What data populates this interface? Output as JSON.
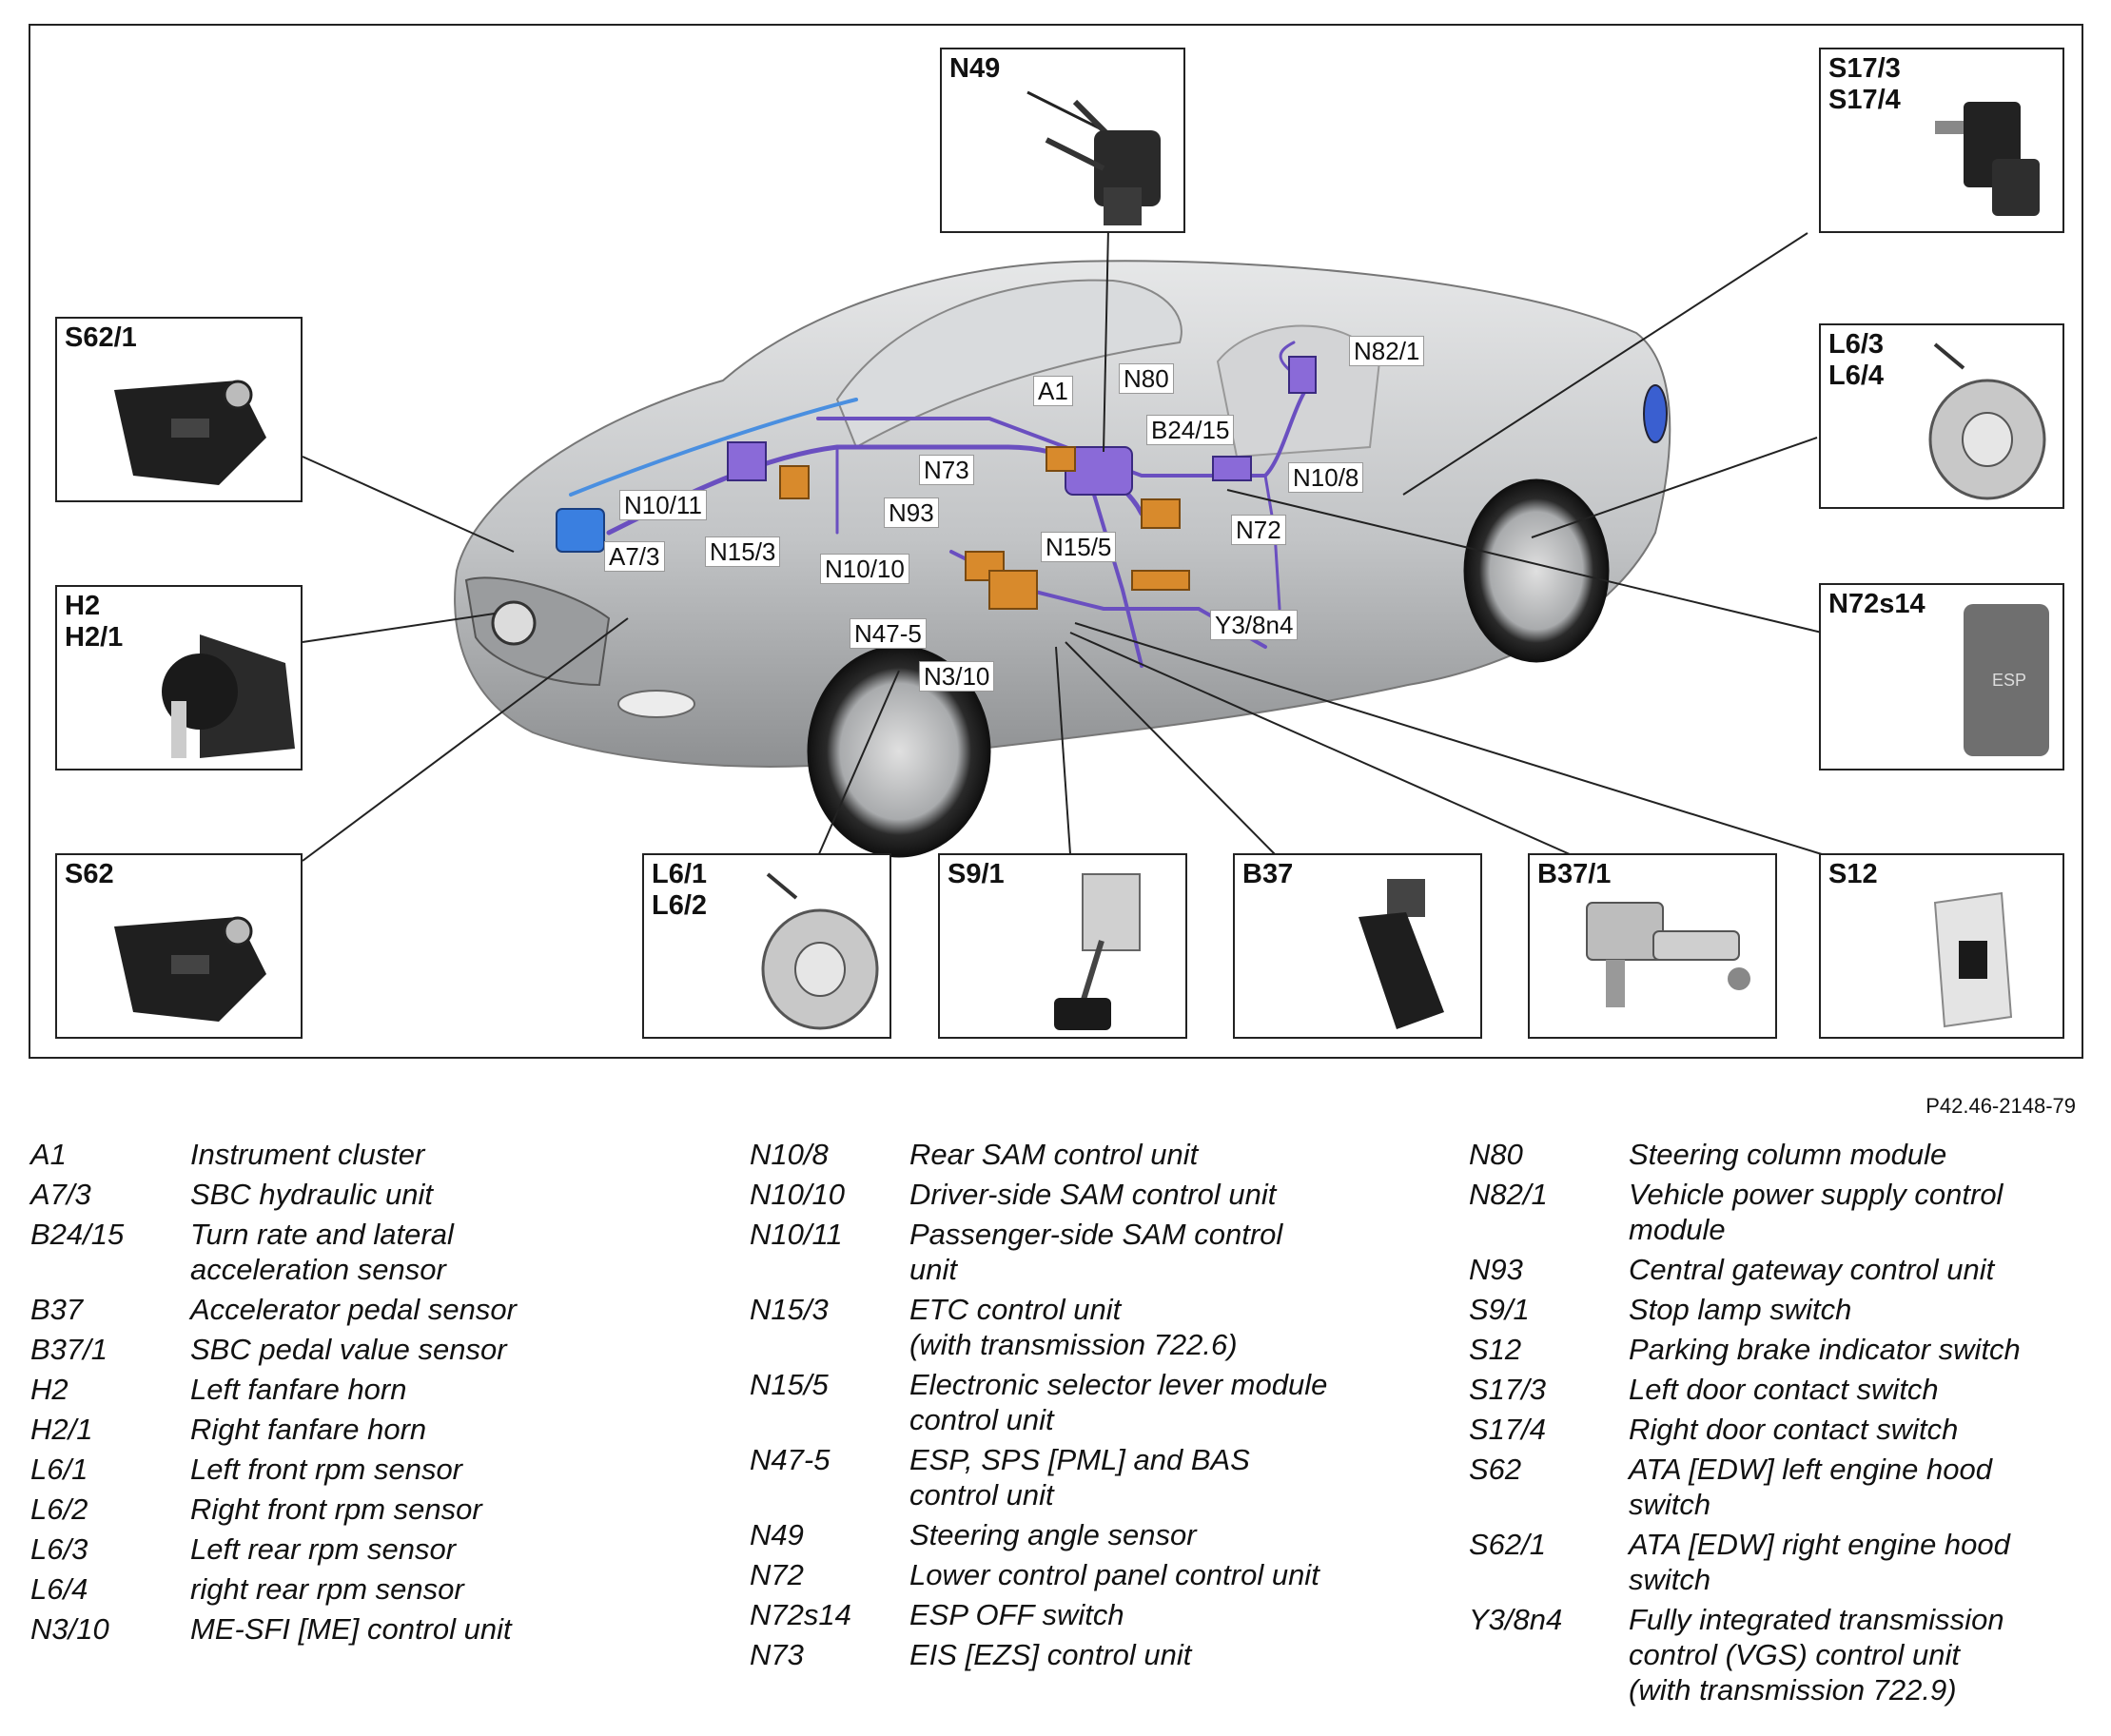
{
  "reference_code": "P42.46-2148-79",
  "boxes": [
    {
      "id": "b-n49",
      "label": "N49",
      "icon": "steering-column-switch-icon"
    },
    {
      "id": "b-s17",
      "label": "S17/3\nS17/4",
      "icon": "door-contact-switch-icon"
    },
    {
      "id": "b-s621",
      "label": "S62/1",
      "icon": "hood-switch-icon"
    },
    {
      "id": "b-l63",
      "label": "L6/3\nL6/4",
      "icon": "brake-disc-icon"
    },
    {
      "id": "b-h2",
      "label": "H2\nH2/1",
      "icon": "horn-icon"
    },
    {
      "id": "b-n72s14",
      "label": "N72s14",
      "icon": "esp-off-switch-icon",
      "icon_text": "ESP"
    },
    {
      "id": "b-s62",
      "label": "S62",
      "icon": "hood-switch-icon"
    },
    {
      "id": "b-l61",
      "label": "L6/1\nL6/2",
      "icon": "brake-disc-icon"
    },
    {
      "id": "b-s91",
      "label": "S9/1",
      "icon": "brake-pedal-icon"
    },
    {
      "id": "b-b37",
      "label": "B37",
      "icon": "accelerator-pedal-icon"
    },
    {
      "id": "b-b371",
      "label": "B37/1",
      "icon": "sbc-pedal-sensor-icon"
    },
    {
      "id": "b-s12",
      "label": "S12",
      "icon": "parking-brake-switch-icon"
    }
  ],
  "callouts": [
    "A1",
    "N80",
    "N82/1",
    "B24/15",
    "N73",
    "N10/8",
    "N10/11",
    "N93",
    "N72",
    "A7/3",
    "N15/3",
    "N15/5",
    "N10/10",
    "Y3/8n4",
    "N47-5",
    "N3/10"
  ],
  "legend": [
    [
      {
        "code": "A1",
        "desc": "Instrument cluster"
      },
      {
        "code": "A7/3",
        "desc": "SBC hydraulic unit"
      },
      {
        "code": "B24/15",
        "desc": "Turn rate and lateral\nacceleration sensor"
      },
      {
        "code": "B37",
        "desc": "Accelerator pedal sensor"
      },
      {
        "code": "B37/1",
        "desc": "SBC pedal value sensor"
      },
      {
        "code": "H2",
        "desc": "Left fanfare horn"
      },
      {
        "code": "H2/1",
        "desc": "Right fanfare horn"
      },
      {
        "code": "L6/1",
        "desc": "Left front rpm sensor"
      },
      {
        "code": "L6/2",
        "desc": "Right front rpm sensor"
      },
      {
        "code": "L6/3",
        "desc": "Left rear rpm sensor"
      },
      {
        "code": "L6/4",
        "desc": "right rear rpm sensor"
      },
      {
        "code": "N3/10",
        "desc": "ME-SFI [ME] control unit"
      }
    ],
    [
      {
        "code": "N10/8",
        "desc": "Rear SAM control unit"
      },
      {
        "code": "N10/10",
        "desc": "Driver-side SAM control unit"
      },
      {
        "code": "N10/11",
        "desc": "Passenger-side SAM control\nunit"
      },
      {
        "code": "N15/3",
        "desc": "ETC control unit\n(with transmission 722.6)"
      },
      {
        "code": "N15/5",
        "desc": "Electronic selector lever module\ncontrol unit"
      },
      {
        "code": "N47-5",
        "desc": "ESP, SPS [PML] and BAS\ncontrol unit"
      },
      {
        "code": "N49",
        "desc": "Steering angle sensor"
      },
      {
        "code": "N72",
        "desc": "Lower control panel control unit"
      },
      {
        "code": "N72s14",
        "desc": "ESP OFF switch"
      },
      {
        "code": "N73",
        "desc": "EIS [EZS] control unit"
      }
    ],
    [
      {
        "code": "N80",
        "desc": "Steering column module"
      },
      {
        "code": "N82/1",
        "desc": "Vehicle power supply control\nmodule"
      },
      {
        "code": "N93",
        "desc": "Central gateway control unit"
      },
      {
        "code": "S9/1",
        "desc": "Stop lamp switch"
      },
      {
        "code": "S12",
        "desc": "Parking brake indicator switch"
      },
      {
        "code": "S17/3",
        "desc": "Left door contact switch"
      },
      {
        "code": "S17/4",
        "desc": "Right door contact switch"
      },
      {
        "code": "S62",
        "desc": "ATA [EDW] left engine hood\nswitch"
      },
      {
        "code": "S62/1",
        "desc": "ATA [EDW] right engine hood\nswitch"
      },
      {
        "code": "Y3/8n4",
        "desc": "Fully integrated transmission\ncontrol (VGS) control unit\n(with transmission 722.9)"
      }
    ]
  ],
  "colors": {
    "car_body": "#c9cbcd",
    "wiring": "#6a4fc0",
    "can_bus": "#4a8fe0",
    "module": "#d88a2c",
    "hydraulic_unit": "#3a7fe0"
  }
}
